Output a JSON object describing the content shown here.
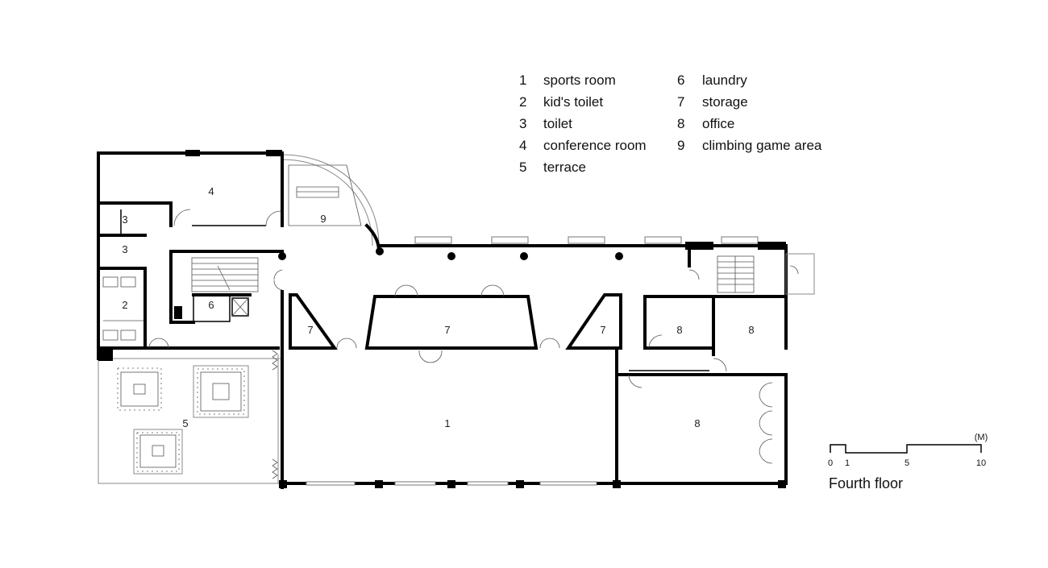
{
  "legend": [
    {
      "num": "1",
      "name": "sports room"
    },
    {
      "num": "2",
      "name": "kid's toilet"
    },
    {
      "num": "3",
      "name": "toilet"
    },
    {
      "num": "4",
      "name": "conference room"
    },
    {
      "num": "5",
      "name": "terrace"
    },
    {
      "num": "6",
      "name": "laundry"
    },
    {
      "num": "7",
      "name": "storage"
    },
    {
      "num": "8",
      "name": "office"
    },
    {
      "num": "9",
      "name": "climbing game area"
    }
  ],
  "room_labels": [
    "4",
    "9",
    "3",
    "3",
    "2",
    "6",
    "7",
    "7",
    "7",
    "8",
    "8",
    "8",
    "5",
    "1"
  ],
  "scale": {
    "unit": "(M)",
    "ticks": [
      "0",
      "1",
      "5",
      "10"
    ]
  },
  "caption": "Fourth floor"
}
